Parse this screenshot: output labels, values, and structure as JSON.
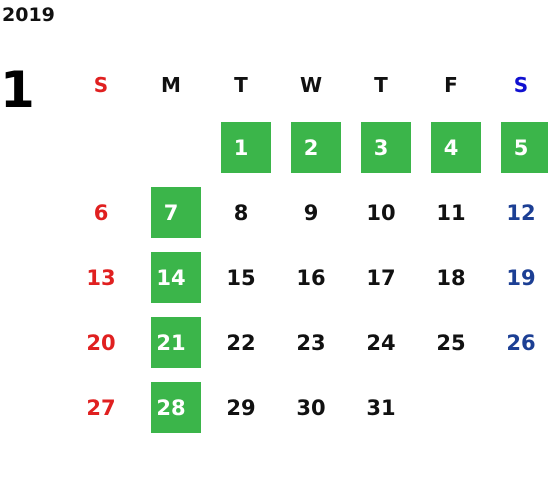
{
  "year": "2019",
  "month": "1",
  "weekdays": [
    {
      "label": "S",
      "kind": "sun"
    },
    {
      "label": "M",
      "kind": "day"
    },
    {
      "label": "T",
      "kind": "day"
    },
    {
      "label": "W",
      "kind": "day"
    },
    {
      "label": "T",
      "kind": "day"
    },
    {
      "label": "F",
      "kind": "day"
    },
    {
      "label": "S",
      "kind": "sat"
    }
  ],
  "weeks": [
    [
      "",
      "",
      "1",
      "2",
      "3",
      "4",
      "5"
    ],
    [
      "6",
      "7",
      "8",
      "9",
      "10",
      "11",
      "12"
    ],
    [
      "13",
      "14",
      "15",
      "16",
      "17",
      "18",
      "19"
    ],
    [
      "20",
      "21",
      "22",
      "23",
      "24",
      "25",
      "26"
    ],
    [
      "27",
      "28",
      "29",
      "30",
      "31",
      "",
      ""
    ]
  ],
  "highlighted_days": [
    "1",
    "2",
    "3",
    "4",
    "5",
    "7",
    "14",
    "21",
    "28"
  ],
  "colors": {
    "highlight": "#3bb54a",
    "sunday": "#e02020",
    "saturday": "#1c3f94",
    "saturday_header": "#1010d0"
  }
}
